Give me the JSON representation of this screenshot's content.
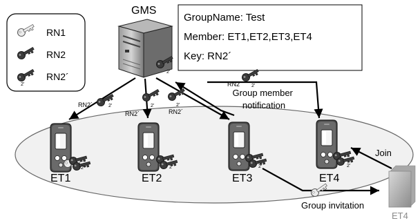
{
  "server": {
    "label": "GMS"
  },
  "info_box": {
    "line1": "GroupName: Test",
    "line2": "Member: ET1,ET2,ET3,ET4",
    "line3": "Key: RN2´"
  },
  "legend": {
    "items": [
      {
        "label": "RN1",
        "icon": "light-key-icon"
      },
      {
        "label": "RN2",
        "icon": "dark-key-icon"
      },
      {
        "label": "RN2´",
        "icon": "dark-key-prime-icon"
      }
    ]
  },
  "key_marks": {
    "prime": "2'",
    "rn2_prime": "RN2´"
  },
  "annotations": {
    "group_member_notification": "Group member\nnotification",
    "group_invitation": "Group invitation",
    "join": "Join"
  },
  "terminals": {
    "et1": "ET1",
    "et2": "ET2",
    "et3": "ET3",
    "et4": "ET4",
    "new_et4": "ET4"
  },
  "colors": {
    "device_dark": "#505050",
    "key_dark": "#3c3c3c",
    "key_light": "#e6e6e6",
    "ellipse_fill": "#f1f1f1",
    "arrow": "#000000"
  }
}
